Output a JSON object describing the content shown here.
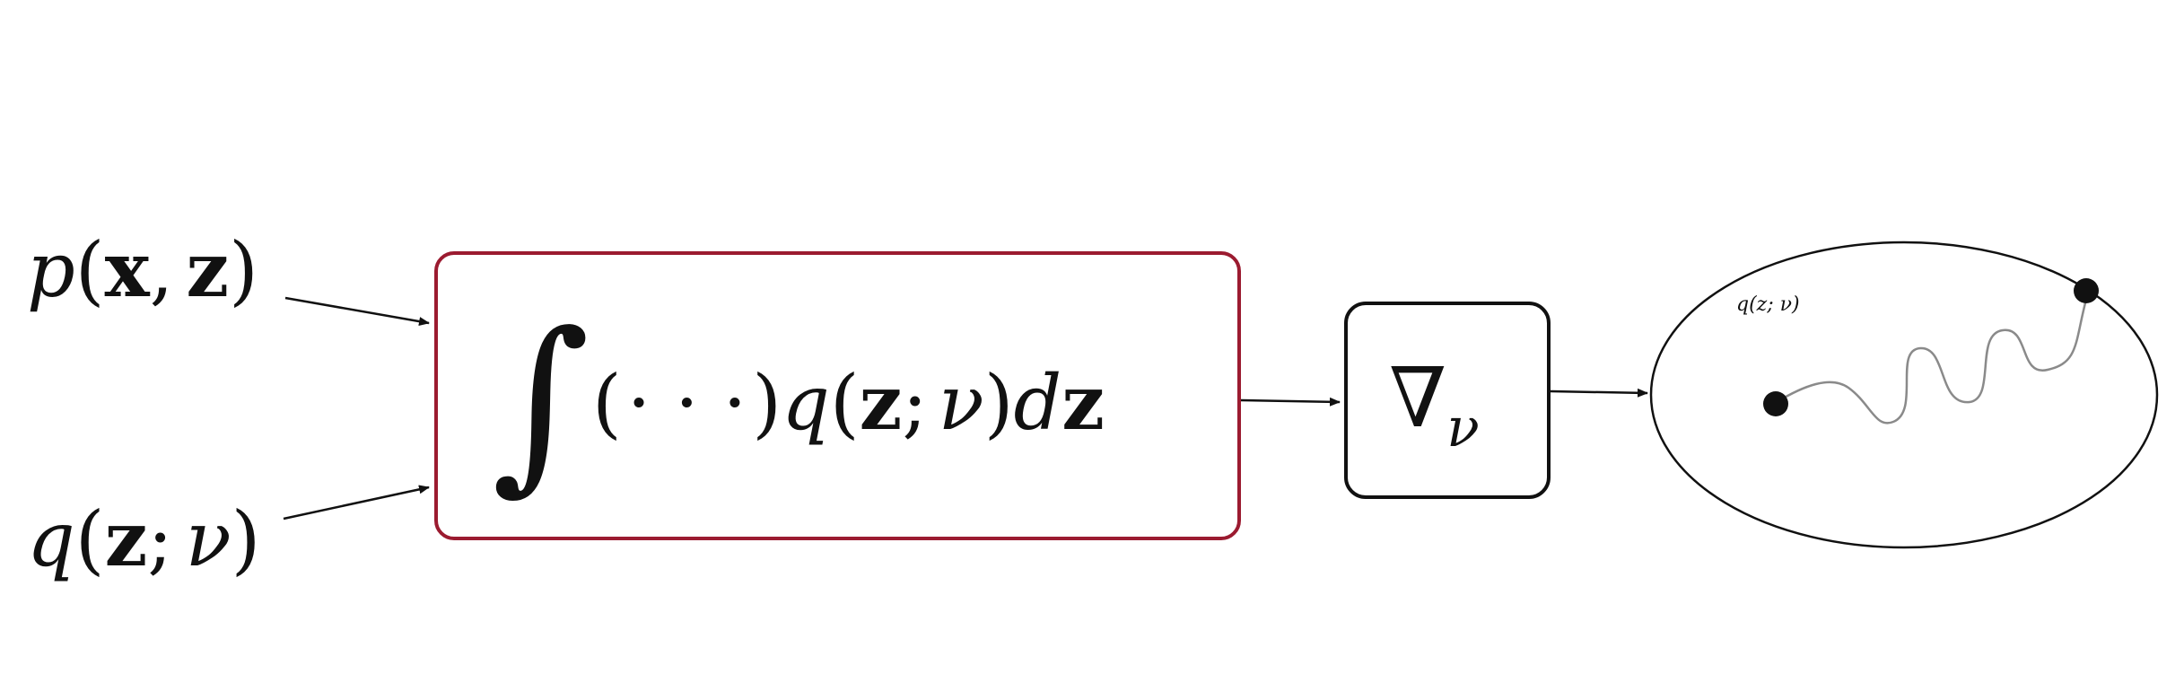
{
  "inputs": {
    "joint": {
      "func": "p",
      "open": "(",
      "x": "x",
      "comma": ",",
      "z": "z",
      "close": ")"
    },
    "variational": {
      "func": "q",
      "open": "(",
      "z": "z",
      "semi": ";",
      "nu": "ν",
      "close": ")"
    }
  },
  "integral_box": {
    "integral_sign": "∫",
    "dots_open": "(",
    "dots": "· · ·",
    "dots_close": ")",
    "func": "q",
    "open": "(",
    "z": "z",
    "semi": ";",
    "nu": "ν",
    "close": ")",
    "d": "d",
    "dz": "z"
  },
  "gradient_box": {
    "nabla": "∇",
    "subscript": "ν"
  },
  "ellipse": {
    "label": "q(z; ν)"
  },
  "colors": {
    "integral_border": "#9b1b30",
    "stroke": "#111111",
    "path": "#8a8a8a"
  }
}
